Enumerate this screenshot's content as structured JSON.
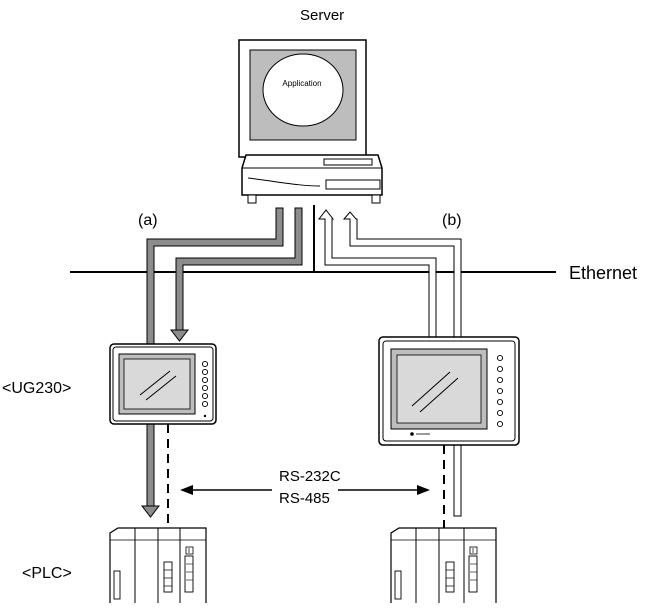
{
  "labels": {
    "server": "Server",
    "application": "Application",
    "route_a": "(a)",
    "route_b": "(b)",
    "network": "Ethernet",
    "ug230": "<UG230>",
    "plc": "<PLC>",
    "rs232c": "RS-232C",
    "rs485": "RS-485"
  },
  "colors": {
    "line": "#000000",
    "arrow_fill_a": "#8c8c8c",
    "screen_gray": "#bdbdbd",
    "screen_light": "#d9d9d9",
    "cable_white": "#ffffff"
  }
}
